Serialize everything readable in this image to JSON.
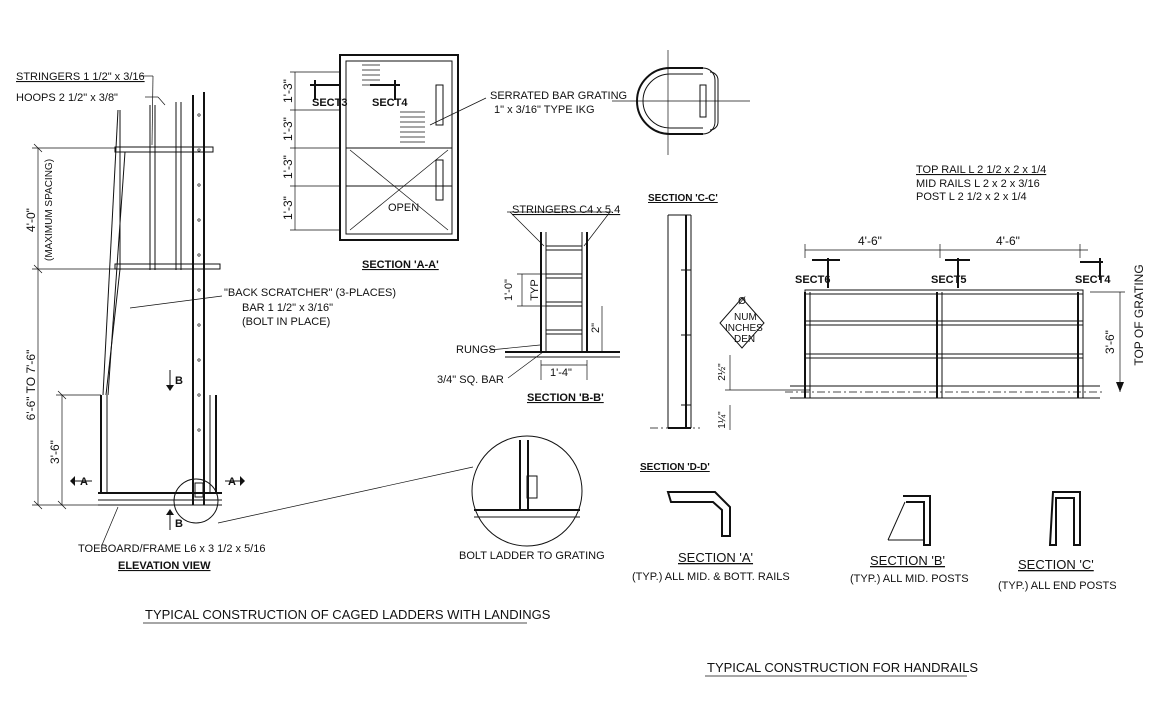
{
  "labels": {
    "stringers_left": "STRINGERS 1 1/2\" x 3/16",
    "hoops": "HOOPS 2 1/2\" x 3/8\"",
    "dim_4_0": "4'-0\"",
    "max_spacing": "(MAXIMUM SPACING)",
    "dim_6_6_to_7_6": "6'-6\" TO 7'-6\"",
    "dim_3_6_left": "3'-6\"",
    "back_scratcher": "\"BACK SCRATCHER\" (3-PLACES)",
    "bar_1_5": "BAR 1 1/2\" x 3/16\"",
    "bolt_in_place": "(BOLT IN PLACE)",
    "toeboard": "TOEBOARD/FRAME L6 x 3 1/2 x 5/16",
    "elevation_view": "ELEVATION VIEW",
    "bolt_ladder": "BOLT LADDER TO GRATING",
    "marker_a": "A",
    "marker_b": "B",
    "dim_1_3": "1'-3\"",
    "sect3": "SECT3",
    "sect4": "SECT4",
    "open": "OPEN",
    "section_aa": "SECTION 'A-A'",
    "serrated": "SERRATED BAR GRATING",
    "serrated_size": "1\" x 3/16\"  TYPE IKG",
    "stringers_c4": "STRINGERS C4 x 5.4",
    "dim_1_0": "1'-0\"",
    "typ": "TYP",
    "dim_2": "2\"",
    "rungs": "RUNGS",
    "sq_bar": "3/4\" SQ. BAR",
    "dim_1_4": "1'-4\"",
    "section_bb": "SECTION 'B-B'",
    "section_cc": "SECTION 'C-C'",
    "num": "NUM",
    "inches": "INCHES",
    "den": "DEN",
    "dim_2_half": "2½\"",
    "dim_1_quarter": "1¼\"",
    "section_dd": "SECTION 'D-D'",
    "top_rail": "TOP RAIL  L 2 1/2 x 2 x 1/4",
    "mid_rails": "MID RAILS  L 2 x 2 x 3/16",
    "post": "POST  L 2 1/2 x 2 x 1/4",
    "dim_4_6a": "4'-6\"",
    "dim_4_6b": "4'-6\"",
    "sect6": "SECT6",
    "sect5": "SECT5",
    "sect4b": "SECT4",
    "dim_3_6_right": "3'-6\"",
    "top_of_grating": "TOP OF GRATING",
    "section_a": "SECTION 'A'",
    "section_a_note": "(TYP.) ALL MID. & BOTT. RAILS",
    "section_b": "SECTION 'B'",
    "section_b_note": "(TYP.) ALL MID. POSTS",
    "section_c": "SECTION 'C'",
    "section_c_note": "(TYP.) ALL END POSTS",
    "title_ladders": "TYPICAL CONSTRUCTION OF CAGED LADDERS WITH LANDINGS",
    "title_handrails": "TYPICAL CONSTRUCTION FOR HANDRAILS"
  }
}
